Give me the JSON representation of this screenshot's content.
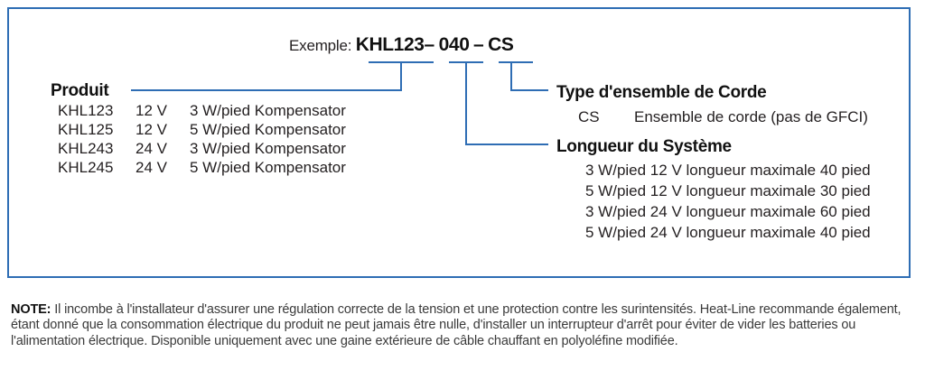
{
  "example": {
    "label": "Exemple:",
    "code_product": "KHL123",
    "dash1": "–",
    "code_length": "040",
    "dash2": "–",
    "code_cordset": "CS"
  },
  "product": {
    "title": "Produit",
    "rows": [
      {
        "code": "KHL123",
        "voltage": "12 V",
        "description": "3 W/pied Kompensator"
      },
      {
        "code": "KHL125",
        "voltage": "12 V",
        "description": "5 W/pied Kompensator"
      },
      {
        "code": "KHL243",
        "voltage": "24 V",
        "description": "3 W/pied Kompensator"
      },
      {
        "code": "KHL245",
        "voltage": "24 V",
        "description": "5 W/pied Kompensator"
      }
    ]
  },
  "cordset": {
    "title": "Type d'ensemble de Corde",
    "rows": [
      {
        "abbr": "CS",
        "description": "Ensemble de corde (pas de GFCI)"
      }
    ]
  },
  "system_length": {
    "title": "Longueur du Système",
    "rows": [
      "3 W/pied 12 V longueur maximale 40 pied",
      "5 W/pied 12 V longueur maximale 30 pied",
      "3 W/pied 24 V longueur maximale 60 pied",
      "5 W/pied 24 V longueur maximale 40 pied"
    ]
  },
  "note": {
    "label": "NOTE:",
    "text": " Il incombe à l'installateur d'assurer une régulation correcte de la tension et une protection contre les surintensités. Heat-Line recommande également, étant donné que la consommation électrique du produit ne peut jamais être nulle, d'installer un interrupteur d'arrêt pour éviter de vider les batteries ou l'alimentation électrique. Disponible uniquement avec une gaine extérieure de câble chauffant en polyoléfine modifiée."
  },
  "colors": {
    "accent": "#2e6db4",
    "text": "#231f20",
    "note_text": "#3a3a3a"
  }
}
